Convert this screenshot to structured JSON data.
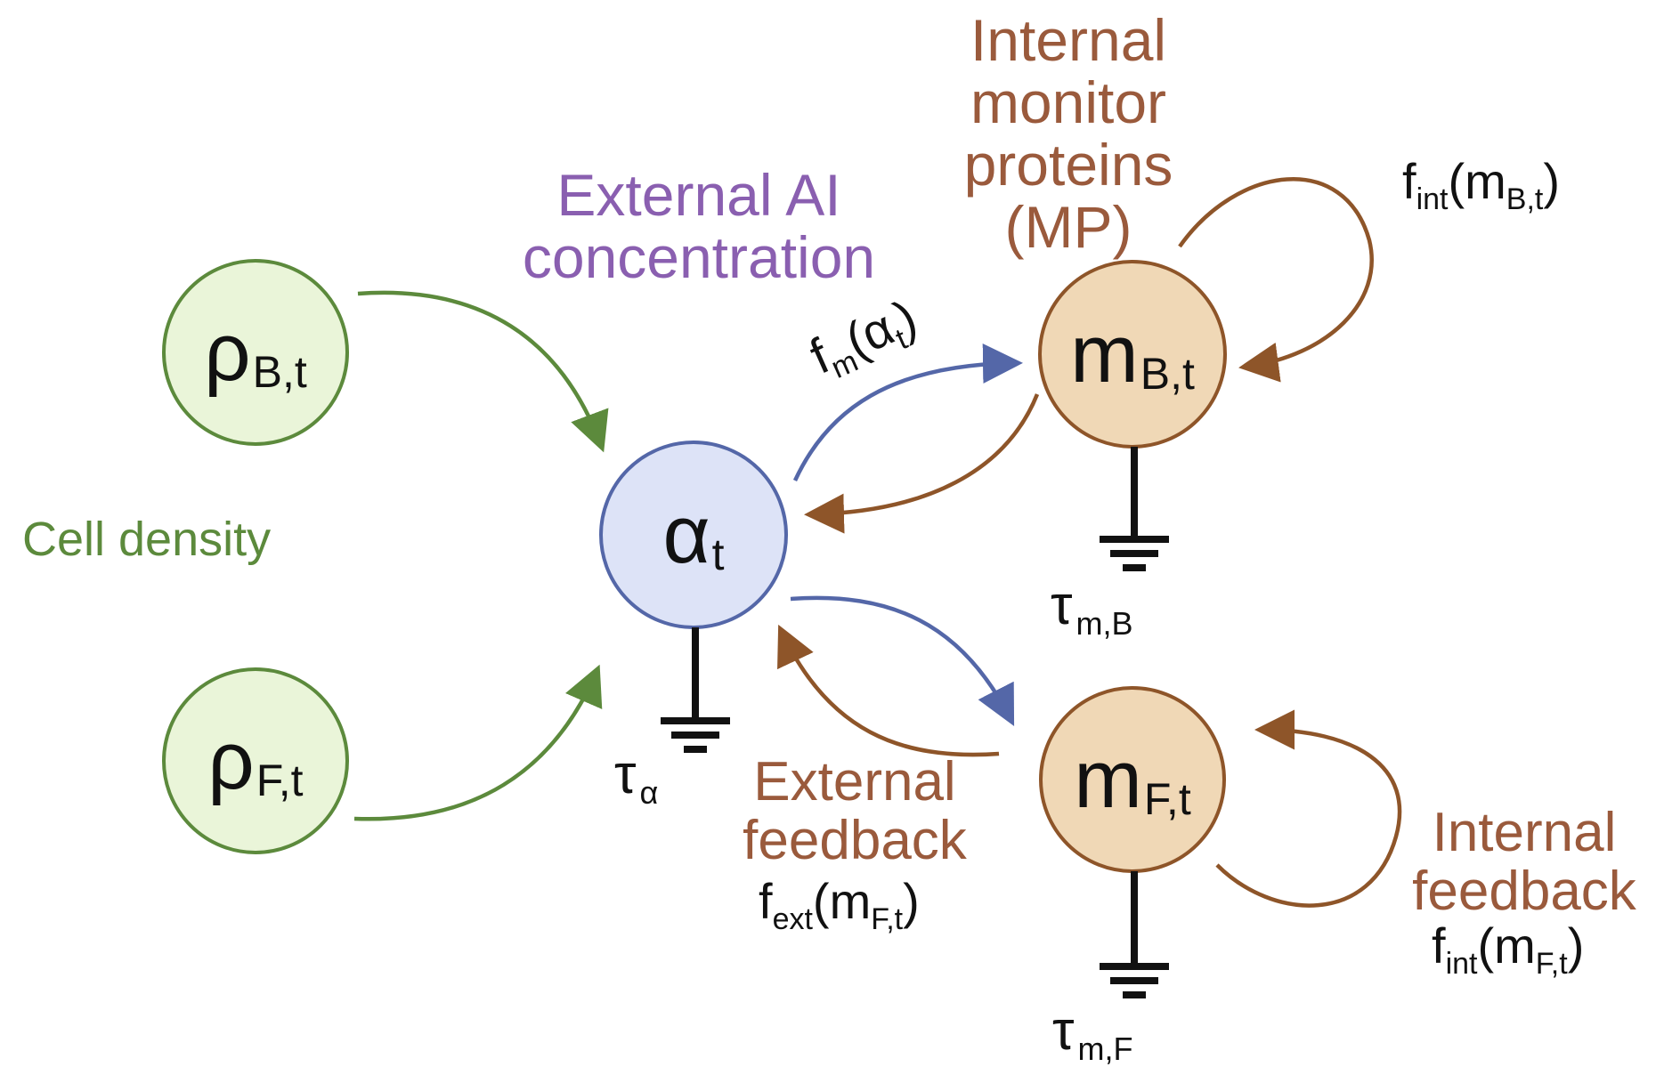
{
  "nodes": {
    "rho_b": {
      "symbol": "ρ",
      "sub": "B,t"
    },
    "rho_f": {
      "symbol": "ρ",
      "sub": "F,t"
    },
    "alpha": {
      "symbol": "α",
      "sub": "t"
    },
    "m_b": {
      "symbol": "m",
      "sub": "B,t"
    },
    "m_f": {
      "symbol": "m",
      "sub": "F,t"
    }
  },
  "labels": {
    "cell_density": "Cell density",
    "external_ai_line1": "External AI",
    "external_ai_line2": "concentration",
    "monitor_line1": "Internal",
    "monitor_line2": "monitor",
    "monitor_line3": "proteins",
    "monitor_line4": "(MP)",
    "external_feedback_line1": "External",
    "external_feedback_line2": "feedback",
    "internal_feedback_line1": "Internal",
    "internal_feedback_line2": "feedback"
  },
  "functions": {
    "fm": {
      "f": "f",
      "sub": "m",
      "open": "(α",
      "arg_sub": "t",
      "close": ")"
    },
    "fint_b": {
      "f": "f",
      "sub": "int",
      "open": "(m",
      "arg_sub": "B,t",
      "close": ")"
    },
    "fext_f": {
      "f": "f",
      "sub": "ext",
      "open": "(m",
      "arg_sub": "F,t",
      "close": ")"
    },
    "fint_f": {
      "f": "f",
      "sub": "int",
      "open": "(m",
      "arg_sub": "F,t",
      "close": ")"
    }
  },
  "time_constants": {
    "tau_alpha": {
      "symbol": "τ",
      "sub": "α"
    },
    "tau_mb": {
      "symbol": "τ",
      "sub": "m,B"
    },
    "tau_mf": {
      "symbol": "τ",
      "sub": "m,F"
    }
  },
  "colors": {
    "green": "#5c8a3c",
    "green_fill": "#eaf5d9",
    "blue": "#5467a8",
    "blue_fill": "#dde3f7",
    "brown": "#8e5529",
    "brown_fill": "#f0d8b6",
    "purple": "#8a5fb0",
    "ground": "#111111"
  },
  "diagram_type": "feedback network with ground (decay) symbols"
}
